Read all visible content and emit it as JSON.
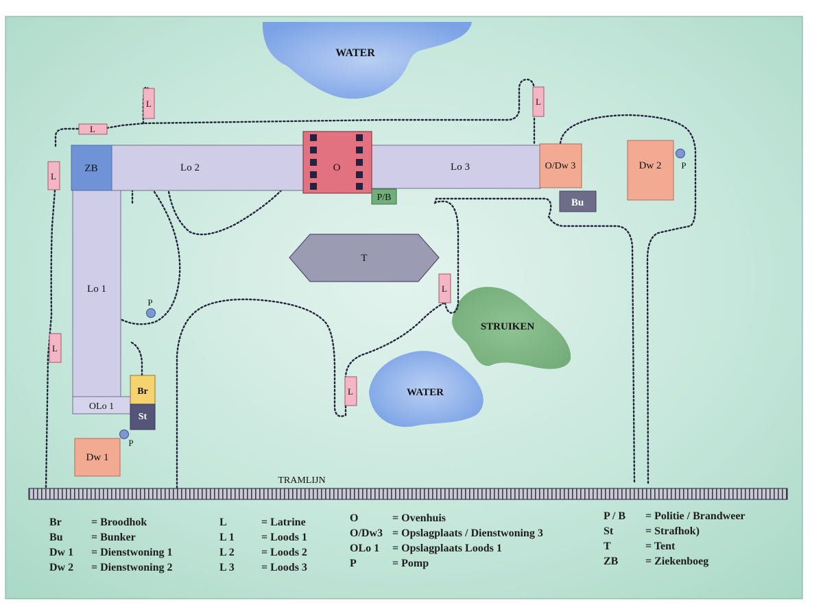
{
  "features": {
    "water_north": "WATER",
    "water_south": "WATER",
    "shrubs": "STRUIKEN",
    "tramline": "TRAMLIJN"
  },
  "buildings": {
    "zb": "ZB",
    "lo1": "Lo 1",
    "lo2": "Lo 2",
    "lo3": "Lo 3",
    "oven": "O",
    "odw3": "O/Dw 3",
    "pb": "P/B",
    "bunker": "Bu",
    "dw2": "Dw 2",
    "tent": "T",
    "br": "Br",
    "st": "St",
    "olo1": "OLo 1",
    "dw1": "Dw 1",
    "latrine": "L",
    "pump": "P"
  },
  "legend": [
    [
      {
        "code": "Br",
        "desc": "= Broodhok"
      },
      {
        "code": "Bu",
        "desc": "= Bunker"
      },
      {
        "code": "Dw 1",
        "desc": "= Dienstwoning 1"
      },
      {
        "code": "Dw 2",
        "desc": "= Dienstwoning 2"
      }
    ],
    [
      {
        "code": "L",
        "desc": "= Latrine"
      },
      {
        "code": "L 1",
        "desc": "= Loods 1"
      },
      {
        "code": "L 2",
        "desc": "= Loods 2"
      },
      {
        "code": "L 3",
        "desc": "= Loods 3"
      }
    ],
    [
      {
        "code": "O",
        "desc": "= Ovenhuis"
      },
      {
        "code": "O/Dw3",
        "desc": "= Opslagplaats / Dienstwoning 3"
      },
      {
        "code": "OLo 1",
        "desc": "= Opslagplaats Loods 1"
      },
      {
        "code": "P",
        "desc": "= Pomp"
      }
    ],
    [
      {
        "code": "P / B",
        "desc": "= Politie / Brandweer"
      },
      {
        "code": "St",
        "desc": "= Strafhok)"
      },
      {
        "code": "T",
        "desc": "= Tent"
      },
      {
        "code": "ZB",
        "desc": "= Ziekenboeg"
      }
    ]
  ],
  "colors": {
    "ground": "#bfe6d8",
    "water": "#8ab0ea",
    "shrubs": "#86b98a",
    "loods": "#cccbe6",
    "zb": "#6f93d6",
    "oven": "#e2707e",
    "dienst": "#f2aa92",
    "pb": "#72ad7c",
    "bunker": "#6d6d8a",
    "tent": "#9b9bb4",
    "br": "#f5d36e",
    "st": "#55557a",
    "latrine": "#f4b6c4",
    "pump": "#7e97d4"
  }
}
